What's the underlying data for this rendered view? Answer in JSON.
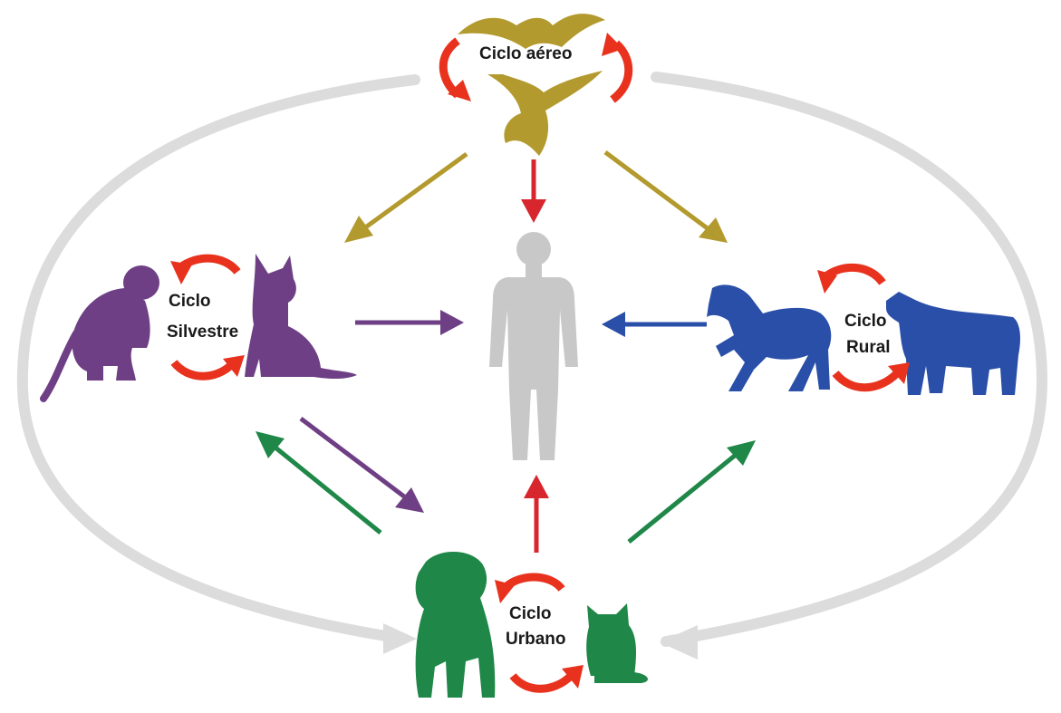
{
  "cycles": {
    "aereo": {
      "line1": "Ciclo aéreo",
      "color": "#B39A2E"
    },
    "silvestre": {
      "line1": "Ciclo",
      "line2": "Silvestre",
      "color": "#6E3F84"
    },
    "rural": {
      "line1": "Ciclo",
      "line2": "Rural",
      "color": "#2A4FA8"
    },
    "urbano": {
      "line1": "Ciclo",
      "line2": "Urbano",
      "color": "#1F8747"
    }
  },
  "colors": {
    "cycle_arrow": "#E8321E",
    "transmission_to_human": "#D8262E",
    "outer_ring": "#DCDCDC",
    "human": "#C8C8C8"
  },
  "icons": [
    "bat-icon",
    "monkey-icon",
    "fox-icon",
    "horse-icon",
    "cow-icon",
    "dog-icon",
    "cat-icon",
    "human-icon"
  ]
}
